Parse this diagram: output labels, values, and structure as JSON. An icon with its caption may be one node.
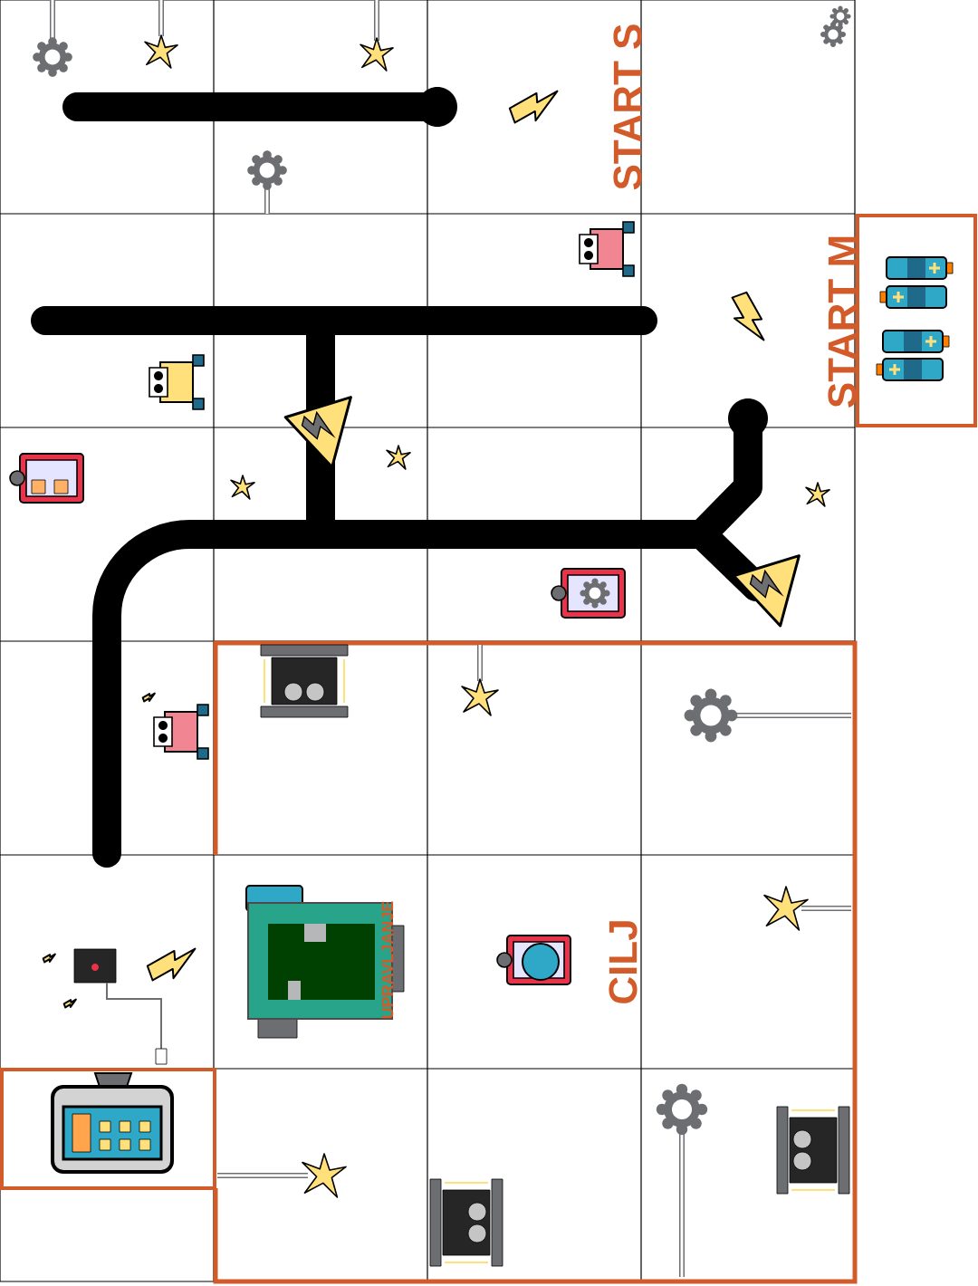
{
  "diagram": {
    "labels": [
      "START S",
      "START M",
      "CILJ",
      "UPRAVLJANJE"
    ]
  }
}
